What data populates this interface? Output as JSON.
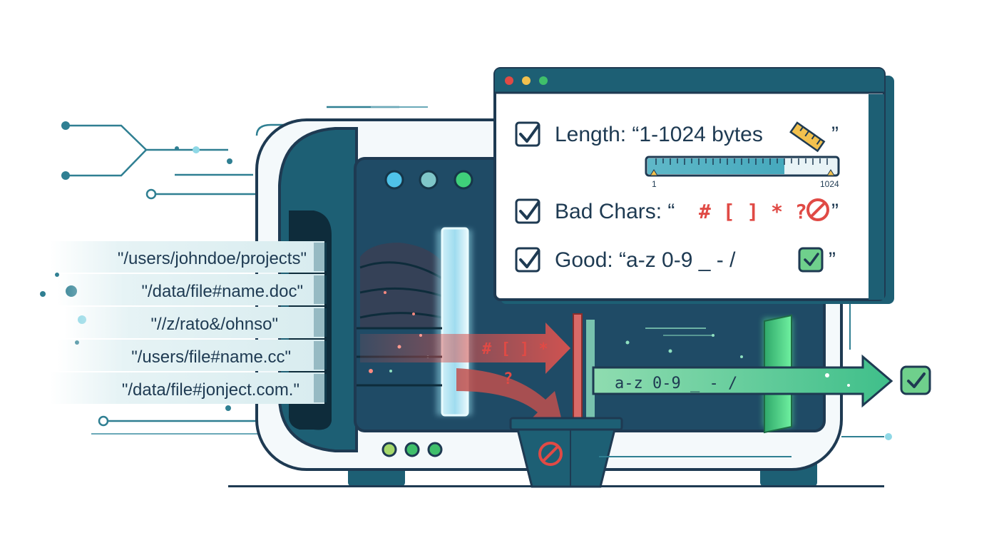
{
  "input_paths": [
    "\"/users/johndoe/projects\"",
    "\"/data/file#name.doc\"",
    "\"//z/rato&/ohnso\"",
    "\"/users/file#name.cc\"",
    "\"/data/file#jonject.com.\""
  ],
  "rules": {
    "length": {
      "label": "Length: “1-1024 bytes",
      "close_quote": "”",
      "scale_min": "1",
      "scale_max": "1024"
    },
    "bad_chars": {
      "label": "Bad Chars: “",
      "chars": "# [ ] * ?",
      "close_quote": "”"
    },
    "good": {
      "label": "Good: “a-z 0-9 _ - /",
      "close_quote": "”"
    }
  },
  "flow": {
    "rejected_chars": "# [ ] *",
    "rejected_question": "?",
    "accepted_chars": "a-z  0-9  _  -  /"
  },
  "colors": {
    "teal_dark": "#1d5f74",
    "navy": "#1e3a52",
    "teal_accent": "#3fa6b8",
    "red": "#d9534f",
    "green": "#3fbf6a",
    "check_bg": "#6fd08c"
  },
  "icons": [
    "ruler-icon",
    "no-entry-icon",
    "check-icon",
    "checkbox-icon"
  ]
}
